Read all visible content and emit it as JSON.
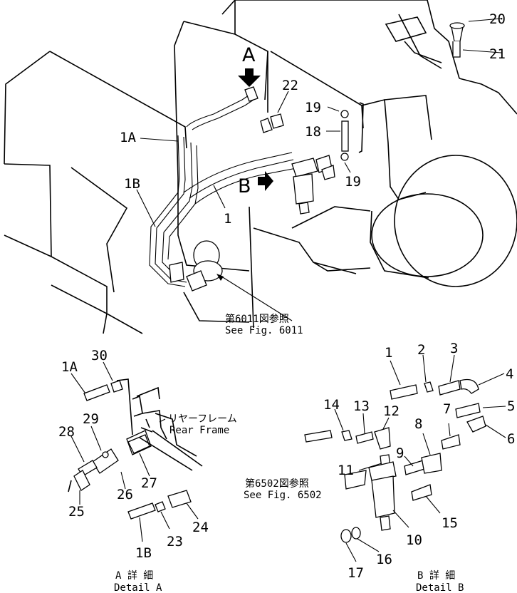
{
  "main_view": {
    "view_a": "A",
    "view_b": "B",
    "callouts": [
      "20",
      "21",
      "22",
      "19",
      "18",
      "19",
      "1A",
      "1B",
      "1"
    ],
    "ref_jp": "第6011図参照",
    "ref_en": "See Fig. 6011"
  },
  "detail_a": {
    "callouts": [
      "30",
      "1A",
      "29",
      "28",
      "25",
      "26",
      "27",
      "23",
      "24",
      "1B"
    ],
    "frame_jp": "リヤーフレーム",
    "frame_en": "Rear Frame",
    "title_jp": "A 詳 細",
    "title_en": "Detail A"
  },
  "detail_b": {
    "callouts": [
      "1",
      "2",
      "3",
      "4",
      "5",
      "14",
      "13",
      "12",
      "7",
      "6",
      "9",
      "8",
      "11",
      "15",
      "10",
      "16",
      "17"
    ],
    "ref_jp": "第6502図参照",
    "ref_en": "See Fig. 6502",
    "title_jp": "B 詳 細",
    "title_en": "Detail B"
  }
}
